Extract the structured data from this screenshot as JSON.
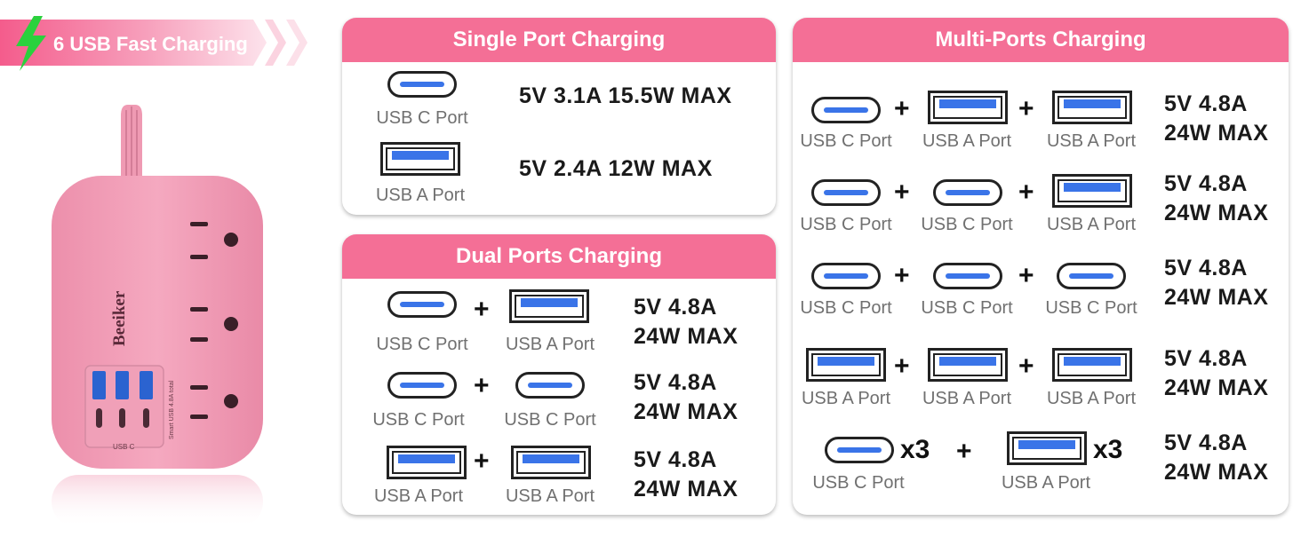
{
  "banner": {
    "title": "6 USB Fast Charging"
  },
  "product": {
    "brand": "Beeiker",
    "usb_label": "USB C",
    "side_text": "Smart USB 4.8A total"
  },
  "labels": {
    "usb_c": "USB C Port",
    "usb_a": "USB A Port",
    "plus": "+",
    "x3": "x3"
  },
  "single": {
    "title": "Single Port Charging",
    "rows": [
      {
        "spec": "5V 3.1A 15.5W MAX"
      },
      {
        "spec": "5V 2.4A 12W MAX"
      }
    ]
  },
  "dual": {
    "title": "Dual Ports Charging",
    "rows": [
      {
        "spec1": "5V 4.8A",
        "spec2": "24W MAX"
      },
      {
        "spec1": "5V 4.8A",
        "spec2": "24W MAX"
      },
      {
        "spec1": "5V 4.8A",
        "spec2": "24W MAX"
      }
    ]
  },
  "multi": {
    "title": "Multi-Ports Charging",
    "rows": [
      {
        "spec1": "5V 4.8A",
        "spec2": "24W MAX"
      },
      {
        "spec1": "5V 4.8A",
        "spec2": "24W MAX"
      },
      {
        "spec1": "5V 4.8A",
        "spec2": "24W MAX"
      },
      {
        "spec1": "5V 4.8A",
        "spec2": "24W MAX"
      },
      {
        "spec1": "5V 4.8A",
        "spec2": "24W MAX"
      }
    ]
  },
  "colors": {
    "pink": "#f46f96",
    "port_blue": "#3a74e8",
    "product_pink": "#f2a0b8"
  },
  "icons": {
    "bolt": "lightning-bolt-icon",
    "usb_c": "usb-c-port-icon",
    "usb_a": "usb-a-port-icon"
  }
}
